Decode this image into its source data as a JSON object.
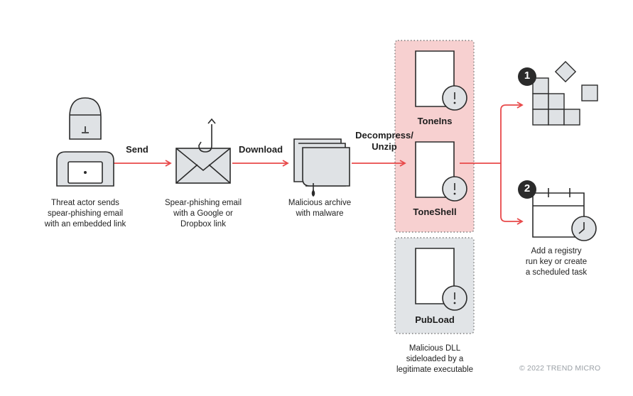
{
  "nodes": {
    "actor": "Threat actor sends\nspear-phishing email\nwith an embedded link",
    "email": "Spear-phishing email\nwith a Google or\nDropbox link",
    "archive": "Malicious archive\nwith malware",
    "dll_caption": "Malicious DLL\nsideloaded by a\nlegitimate executable",
    "persistence": "Add a registry\nrun key or create\na scheduled task"
  },
  "edges": {
    "send": "Send",
    "download": "Download",
    "decompress": "Decompress/\nUnzip"
  },
  "files": {
    "toneins": "ToneIns",
    "toneshell": "ToneShell",
    "pubload": "PubLoad"
  },
  "steps": {
    "one": "1",
    "two": "2"
  },
  "footer": {
    "copyright": "© 2022 TREND MICRO"
  },
  "colors": {
    "arrow": "#e8494a",
    "pink_box": "#f7d0d0",
    "gray_box": "#e1e4e7",
    "icon_fill": "#dfe2e5",
    "stroke": "#2b2b2b"
  }
}
